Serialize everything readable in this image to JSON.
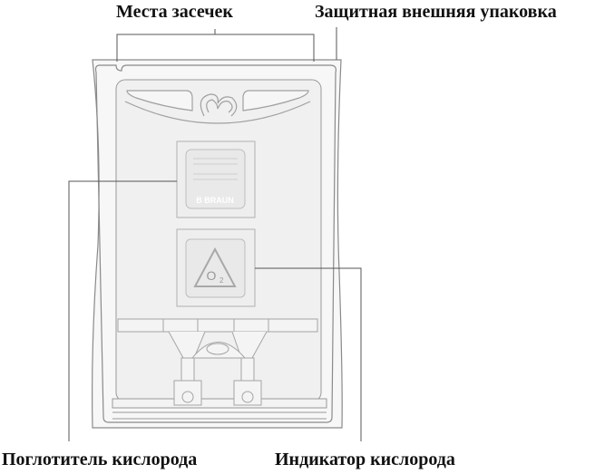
{
  "labels": {
    "notches": "Места засечек",
    "outer_wrap": "Защитная внешняя упаковка",
    "absorber": "Поглотитель кислорода",
    "indicator": "Индикатор кислорода"
  },
  "diagram": {
    "absorber_brand": "B BRAUN",
    "indicator_symbol": "O",
    "indicator_subscript": "2"
  },
  "colors": {
    "line": "#555555",
    "outline": "#9a9a9a",
    "fill": "#f1f1f1"
  }
}
